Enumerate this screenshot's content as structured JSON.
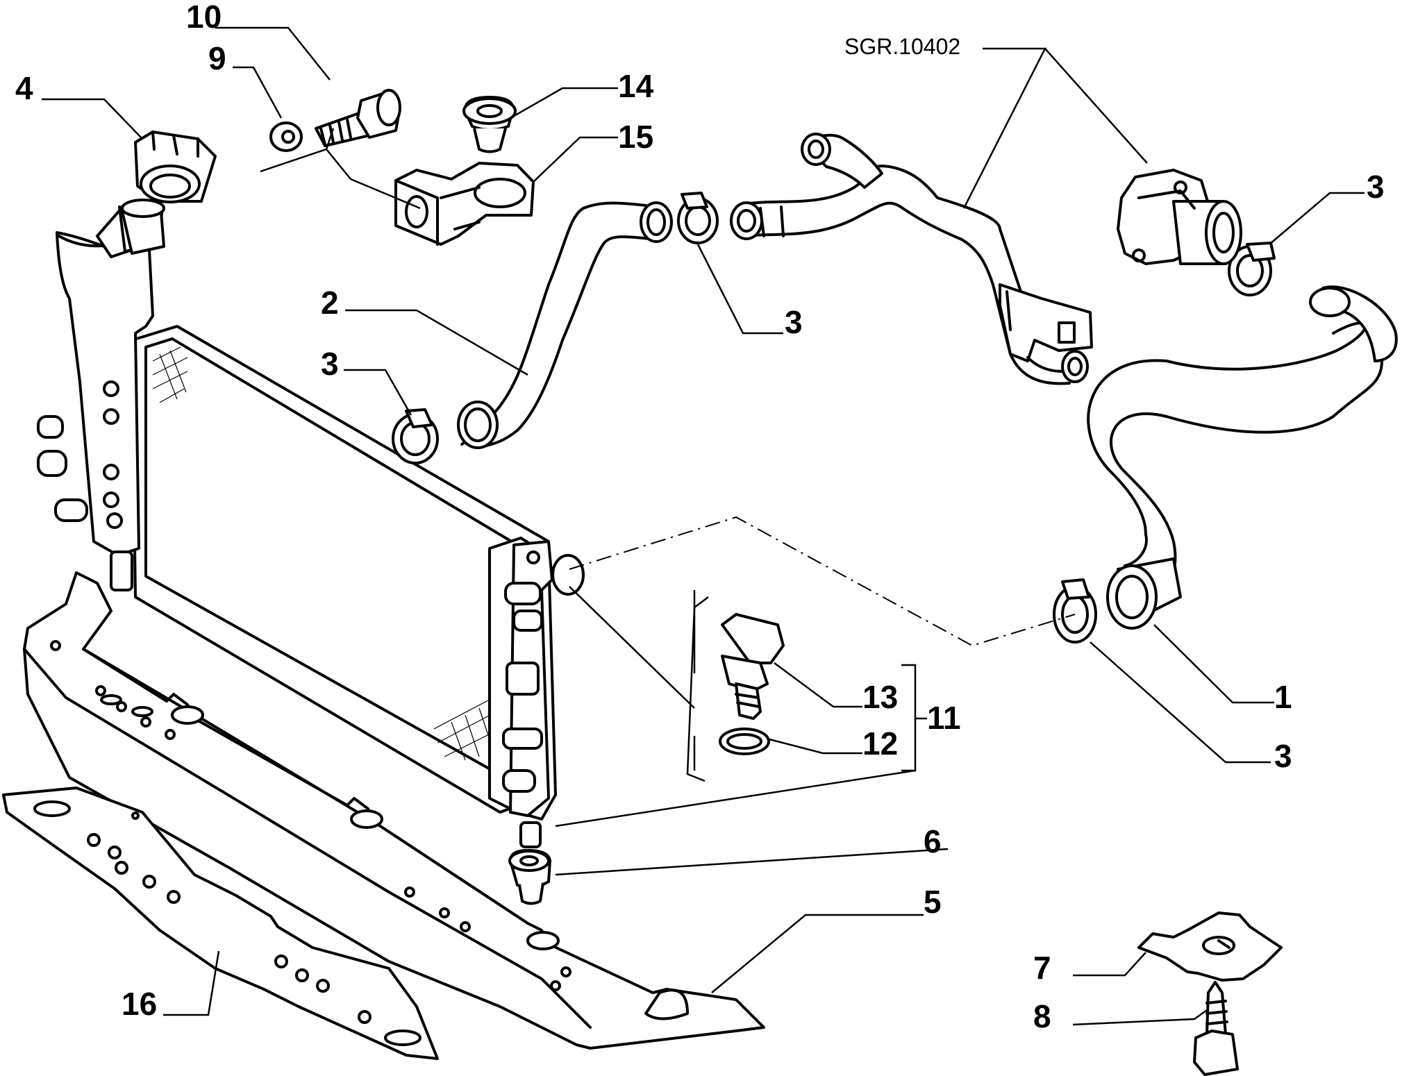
{
  "diagram": {
    "reference": "SGR.10402",
    "callouts": [
      "10",
      "9",
      "4",
      "14",
      "15",
      "2",
      "3",
      "3",
      "3",
      "3",
      "1",
      "13",
      "12",
      "11",
      "6",
      "5",
      "16",
      "7",
      "8"
    ]
  },
  "colors": {
    "line": "#000000",
    "background": "#ffffff"
  }
}
